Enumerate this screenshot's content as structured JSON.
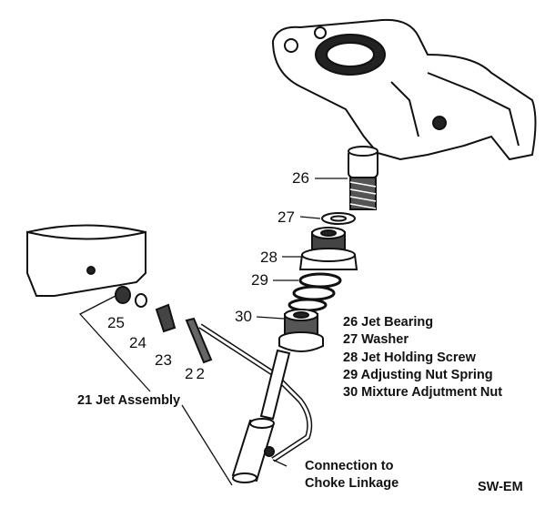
{
  "part_numbers": {
    "p26": "26",
    "p27": "27",
    "p28": "28",
    "p29": "29",
    "p30": "30",
    "p25": "25",
    "p24": "24",
    "p23": "23",
    "p22": "22"
  },
  "legend": [
    "26 Jet Bearing",
    "27 Washer",
    "28 Jet Holding Screw",
    "29 Adjusting Nut Spring",
    "30 Mixture Adjutment Nut"
  ],
  "jet_assembly_label": "21 Jet Assembly",
  "connection_label": {
    "line1": "Connection to",
    "line2": "Choke Linkage"
  },
  "credit": "SW-EM"
}
